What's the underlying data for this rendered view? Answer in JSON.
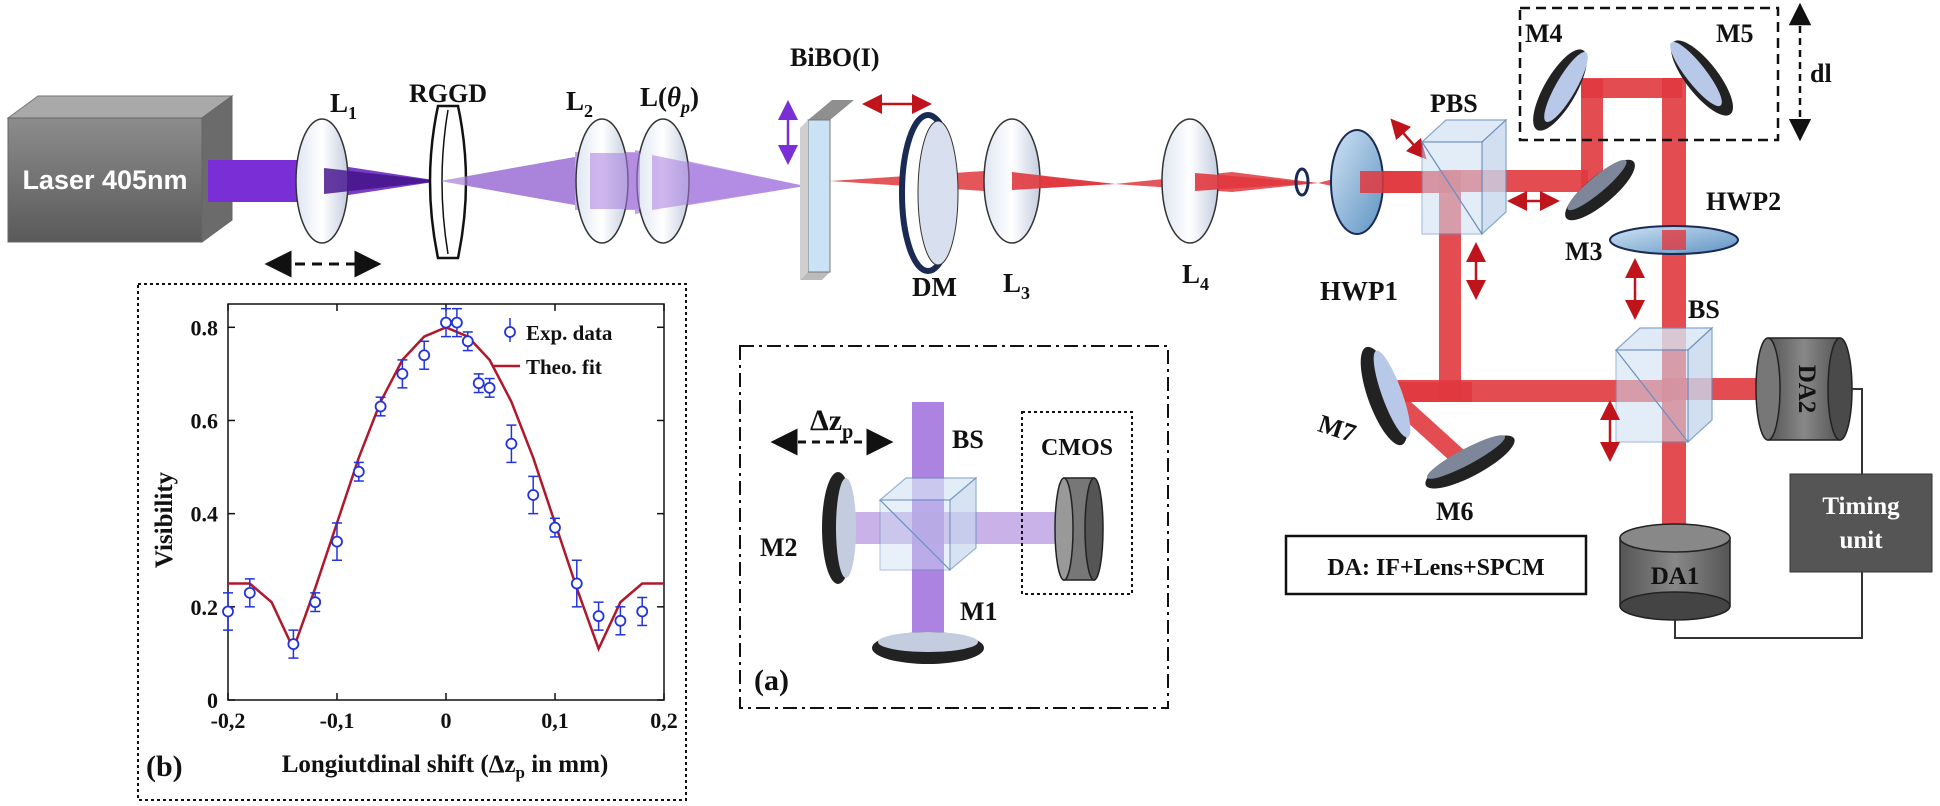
{
  "setup": {
    "laser": "Laser 405nm",
    "lens1": "L",
    "lens1_sub": "1",
    "rggd": "RGGD",
    "lens2": "L",
    "lens2_sub": "2",
    "lens_theta": "L(",
    "lens_theta_sym": "θ",
    "lens_theta_sub": "p",
    "lens_theta_close": ")",
    "crystal": "BiBO(I)",
    "dm": "DM",
    "lens3": "L",
    "lens3_sub": "3",
    "lens4": "L",
    "lens4_sub": "4",
    "hwp1": "HWP1",
    "pbs": "PBS",
    "m4": "M4",
    "m5": "M5",
    "dl": "dl",
    "m3": "M3",
    "hwp2": "HWP2",
    "bs": "BS",
    "da2": "DA2",
    "m7": "M7",
    "m6": "M6",
    "timing": "Timing",
    "timing2": "unit",
    "da1": "DA1",
    "da_legend": "DA: IF+Lens+SPCM"
  },
  "inset_a": {
    "panel": "(a)",
    "dz": "Δz",
    "dz_sub": "p",
    "bs": "BS",
    "cmos": "CMOS",
    "m2": "M2",
    "m1": "M1"
  },
  "colors": {
    "pump": "#7a2fd6",
    "beam": "#e0383e",
    "fit": "#b0182c",
    "data": "#2233dd"
  },
  "chart_data": {
    "type": "scatter",
    "panel": "(b)",
    "xlabel": "Longiutdinal shift (Δz",
    "xlabel_sub": "p",
    "xlabel_end": " in mm)",
    "ylabel": "Visibility",
    "xlim": [
      -0.2,
      0.2
    ],
    "ylim": [
      0,
      0.85
    ],
    "xticks": [
      -0.2,
      -0.1,
      0,
      0.1,
      0.2
    ],
    "xtick_labels": [
      "-0,2",
      "-0,1",
      "0",
      "0,1",
      "0,2"
    ],
    "yticks": [
      0,
      0.2,
      0.4,
      0.6,
      0.8
    ],
    "ytick_labels": [
      "0",
      "0.2",
      "0.4",
      "0.6",
      "0.8"
    ],
    "legend": [
      "Exp. data",
      "Theo. fit"
    ],
    "legend_position": "top-right",
    "series": [
      {
        "name": "Exp. data",
        "x": [
          -0.2,
          -0.18,
          -0.14,
          -0.12,
          -0.1,
          -0.08,
          -0.06,
          -0.04,
          -0.02,
          0,
          0.01,
          0.02,
          0.03,
          0.04,
          0.06,
          0.08,
          0.1,
          0.12,
          0.14,
          0.16,
          0.18
        ],
        "y": [
          0.19,
          0.23,
          0.12,
          0.21,
          0.34,
          0.49,
          0.63,
          0.7,
          0.74,
          0.81,
          0.81,
          0.77,
          0.68,
          0.67,
          0.55,
          0.44,
          0.37,
          0.25,
          0.18,
          0.17,
          0.19
        ],
        "err": [
          0.04,
          0.03,
          0.03,
          0.02,
          0.04,
          0.02,
          0.02,
          0.03,
          0.03,
          0.03,
          0.03,
          0.02,
          0.02,
          0.02,
          0.04,
          0.04,
          0.02,
          0.05,
          0.03,
          0.03,
          0.03
        ]
      },
      {
        "name": "Theo. fit",
        "type": "line",
        "x": [
          -0.2,
          -0.18,
          -0.16,
          -0.14,
          -0.12,
          -0.1,
          -0.08,
          -0.06,
          -0.04,
          -0.02,
          0,
          0.02,
          0.04,
          0.06,
          0.08,
          0.1,
          0.12,
          0.14,
          0.16,
          0.18,
          0.2
        ],
        "y": [
          0.25,
          0.25,
          0.21,
          0.11,
          0.24,
          0.38,
          0.52,
          0.64,
          0.73,
          0.78,
          0.8,
          0.78,
          0.73,
          0.64,
          0.52,
          0.38,
          0.24,
          0.11,
          0.21,
          0.25,
          0.25
        ]
      }
    ]
  }
}
